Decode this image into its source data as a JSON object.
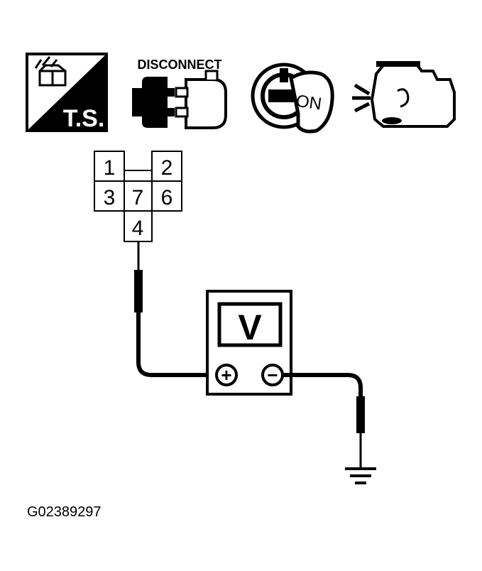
{
  "icons": {
    "test_symbol": {
      "icon": "ts-test-icon",
      "label": "T.S."
    },
    "disconnect": {
      "icon": "disconnect-connector-icon",
      "label": "DISCONNECT"
    },
    "ignition_key": {
      "icon": "ignition-key-icon",
      "label": "ON"
    },
    "engine": {
      "icon": "engine-stopped-icon"
    }
  },
  "connector": {
    "terminals": [
      "1",
      "2",
      "3",
      "7",
      "6",
      "4"
    ]
  },
  "meter": {
    "display": "V",
    "positive_symbol": "+",
    "negative_symbol": "−"
  },
  "figure_id": "G02389297"
}
